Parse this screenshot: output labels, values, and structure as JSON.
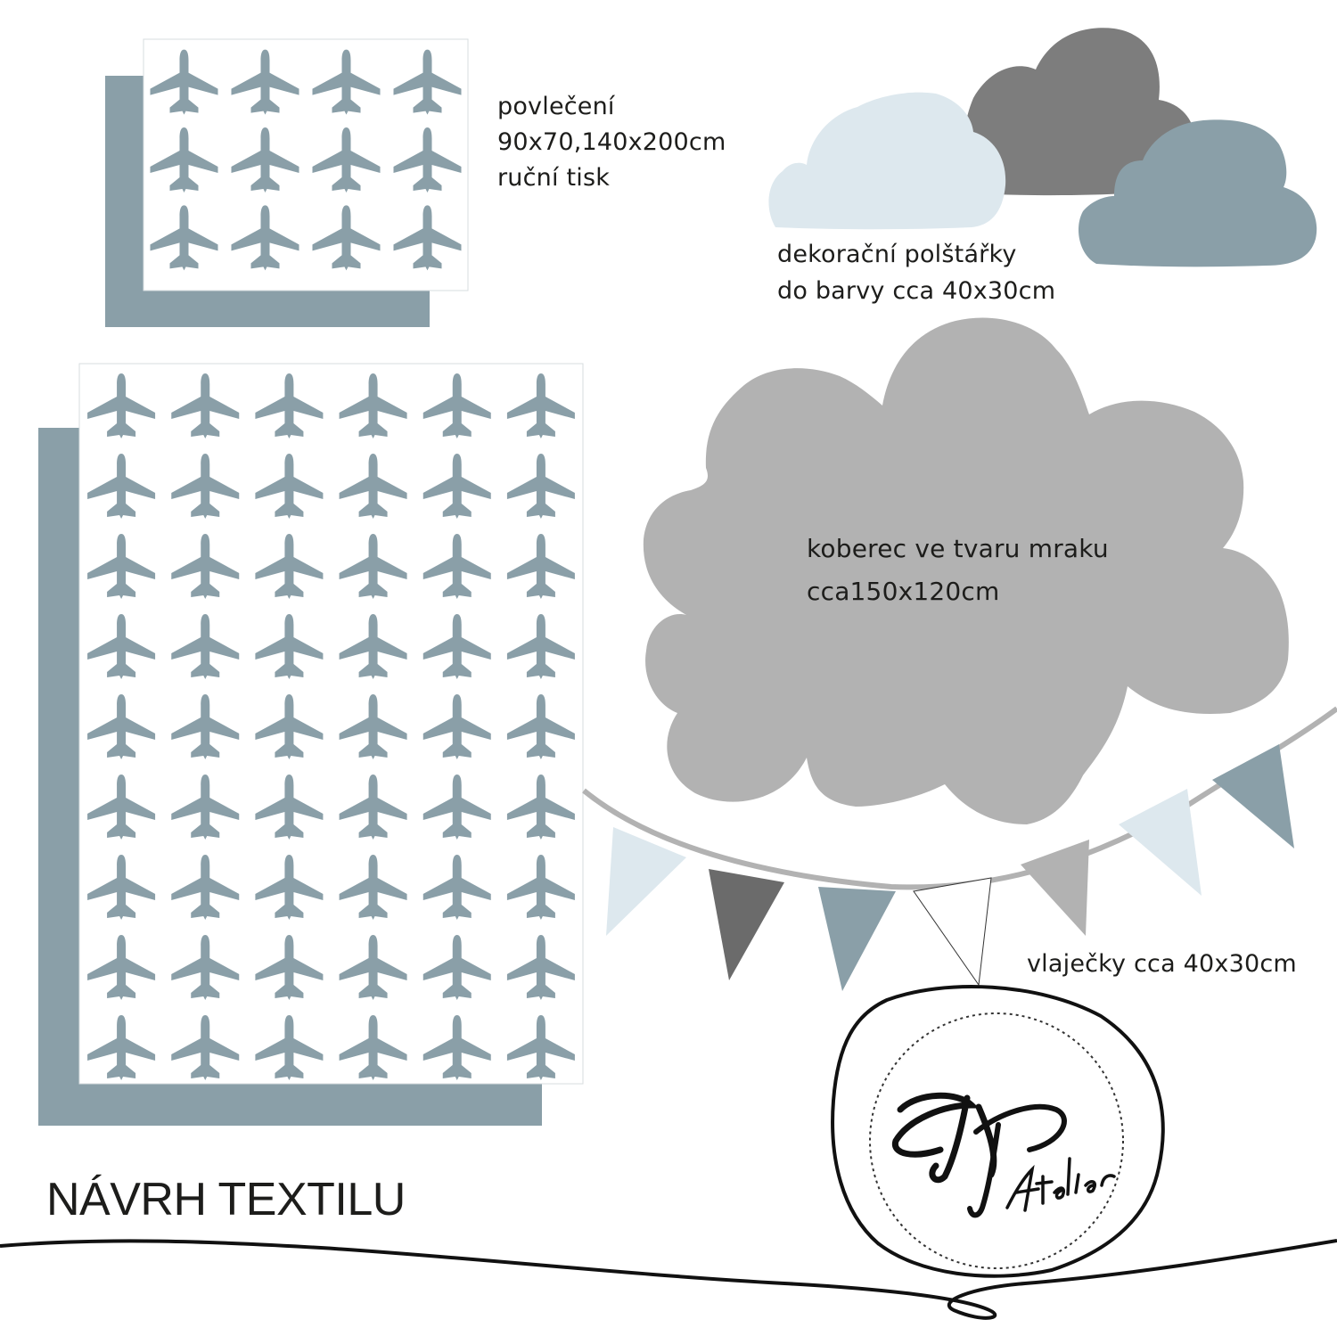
{
  "colors": {
    "background": "#ffffff",
    "slate": "#8a9fa8",
    "light_blue": "#dde8ee",
    "dark_grey": "#7d7d7d",
    "rug_grey": "#b2b2b2",
    "text": "#1d1d1b"
  },
  "small_bedding": {
    "label_lines": [
      "povlečení",
      "90x70,140x200cm",
      "ruční tisk"
    ],
    "pattern": {
      "columns": 4,
      "rows": 3,
      "icon": "airplane-icon"
    }
  },
  "large_bedding": {
    "pattern": {
      "columns": 6,
      "rows": 9,
      "icon": "airplane-icon"
    }
  },
  "cushions": {
    "label_lines": [
      "dekorační polštářky",
      "do barvy cca 40x30cm"
    ],
    "clouds": [
      "light_blue",
      "dark_grey",
      "slate"
    ]
  },
  "rug": {
    "label_lines": [
      "koberec ve tvaru mraku",
      "cca150x120cm"
    ]
  },
  "bunting": {
    "label": "vlaječky cca 40x30cm",
    "flag_colors": [
      "light_blue",
      "dark_grey",
      "slate",
      "white",
      "rug_grey",
      "light_blue",
      "slate"
    ]
  },
  "logo": {
    "monogram": "KP",
    "word": "Atelier"
  },
  "page_title": "NÁVRH TEXTILU"
}
